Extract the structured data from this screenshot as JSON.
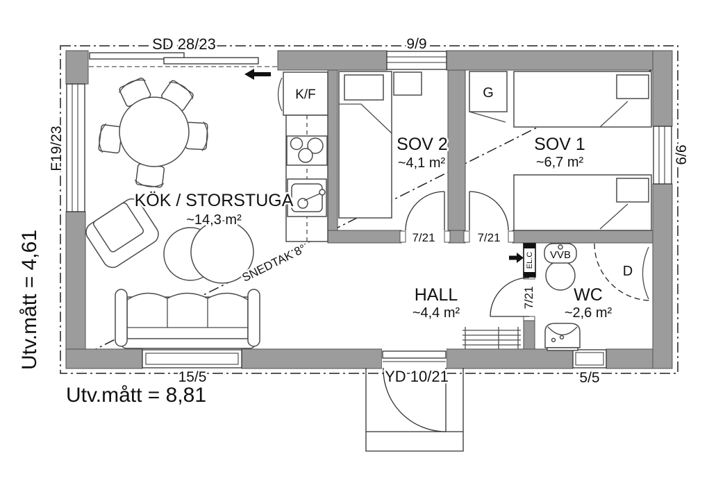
{
  "colors": {
    "wall_fill": "#9c9c9c",
    "line": "#2f2f2f",
    "background": "#ffffff",
    "text": "#111111"
  },
  "dimensions": {
    "horizontal": "Utv.mått = 8,81",
    "vertical": "Utv.mått = 4,61"
  },
  "rooms": {
    "livingroom": {
      "name": "KÖK / STORSTUGA",
      "area": "~14,3 m²"
    },
    "bedroom2": {
      "name": "SOV 2",
      "area": "~4,1 m²"
    },
    "bedroom1": {
      "name": "SOV 1",
      "area": "~6,7 m²"
    },
    "hall": {
      "name": "HALL",
      "area": "~4,4 m²"
    },
    "wc": {
      "name": "WC",
      "area": "~2,6 m²"
    }
  },
  "openings": {
    "sliding_door": "SD 28/23",
    "window_top_bedroom2": "9/9",
    "window_left": "F19/23",
    "window_right_bedroom1": "6/6",
    "window_bottom_livingroom": "15/5",
    "window_bottom_wc": "5/5",
    "entry_door": "YD 10/21",
    "door_bedroom2": "7/21",
    "door_bedroom1": "7/21",
    "door_wc": "7/21"
  },
  "fixtures": {
    "fridge_freezer": "K/F",
    "wardrobe": "G",
    "shower": "D",
    "water_heater": "VVB",
    "electrical_cabinet": "EL.C"
  },
  "annotations": {
    "sloped_ceiling": "SNEDTAK 8°"
  }
}
